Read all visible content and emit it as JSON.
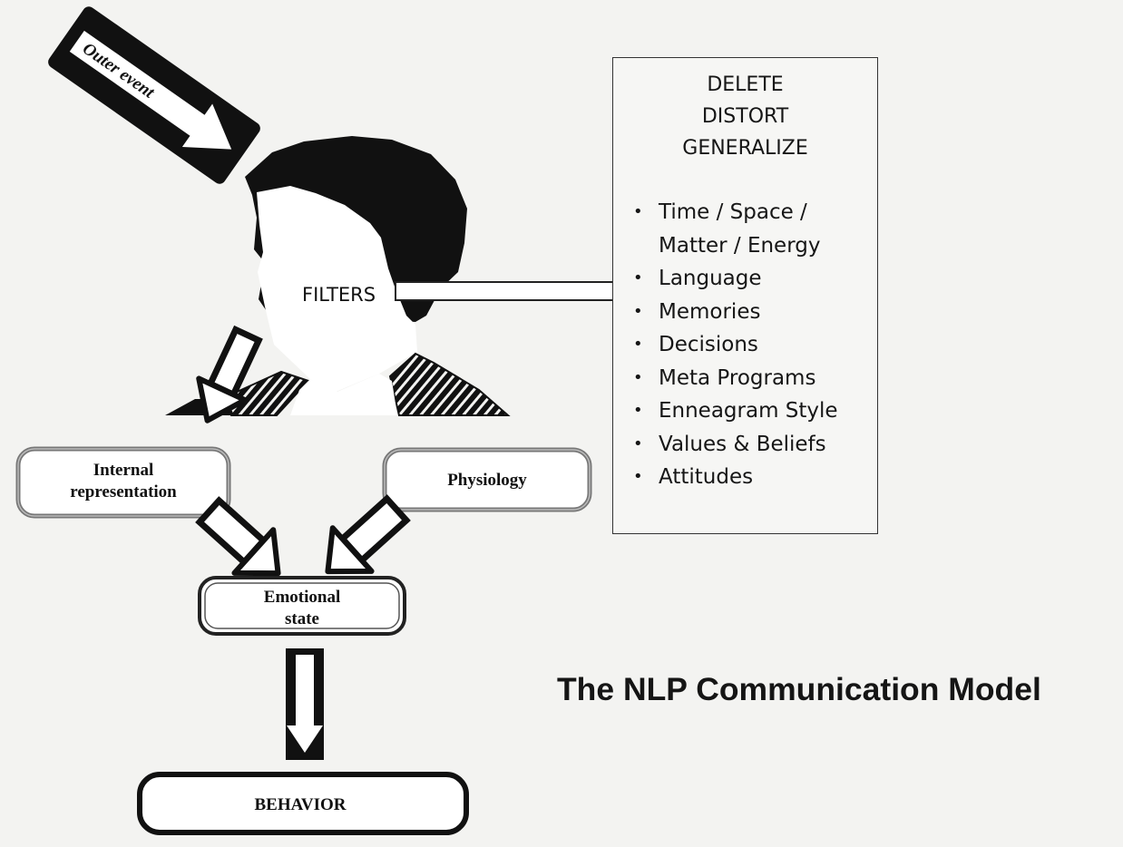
{
  "title": "The NLP Communication Model",
  "outer_event": "Outer event",
  "filters_label": "FILTERS",
  "operations": [
    "DELETE",
    "DISTORT",
    "GENERALIZE"
  ],
  "filter_list": [
    "Time / Space /",
    "Matter / Energy",
    "Language",
    "Memories",
    "Decisions",
    "Meta Programs",
    "Enneagram Style",
    "Values & Beliefs",
    "Attitudes"
  ],
  "nodes": {
    "internal_representation": [
      "Internal",
      "representation"
    ],
    "physiology": "Physiology",
    "emotional_state": [
      "Emotional",
      "state"
    ],
    "behavior": "BEHAVIOR"
  },
  "icons": {
    "head": "head-silhouette-icon"
  }
}
